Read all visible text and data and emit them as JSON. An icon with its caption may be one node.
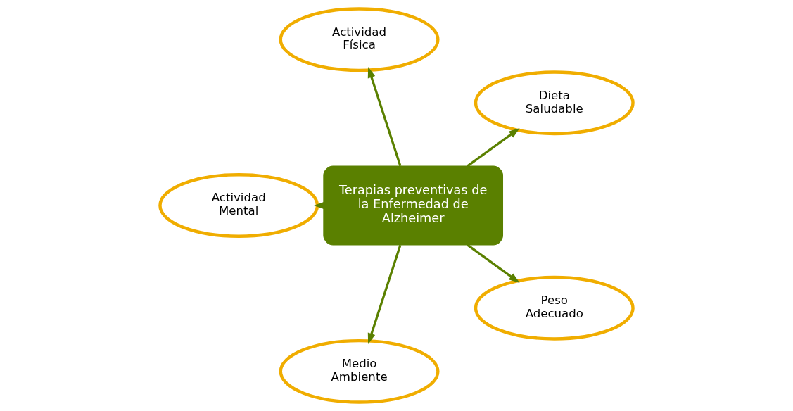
{
  "diagram": {
    "nodes": [
      {
        "text": [
          "Terapias preventivas de la Enfermedad de Alzheimer"
        ]
      },
      {
        "text": [
          "Dieta Saludable"
        ]
      },
      {
        "text": [
          "Actividad Física"
        ]
      },
      {
        "text": [
          "Actividad Mental"
        ]
      },
      {
        "text": [
          "Medio Ambiente"
        ]
      },
      {
        "text": [
          "Peso Adecuado"
        ]
      }
    ],
    "edges": [
      {
        "from": 0,
        "to": 1,
        "arrow": "to"
      },
      {
        "from": 0,
        "to": 2,
        "arrow": "to"
      },
      {
        "from": 0,
        "to": 3,
        "arrow": "to"
      },
      {
        "from": 0,
        "to": 4,
        "arrow": "to"
      },
      {
        "from": 0,
        "to": 5,
        "arrow": "to"
      }
    ]
  }
}
